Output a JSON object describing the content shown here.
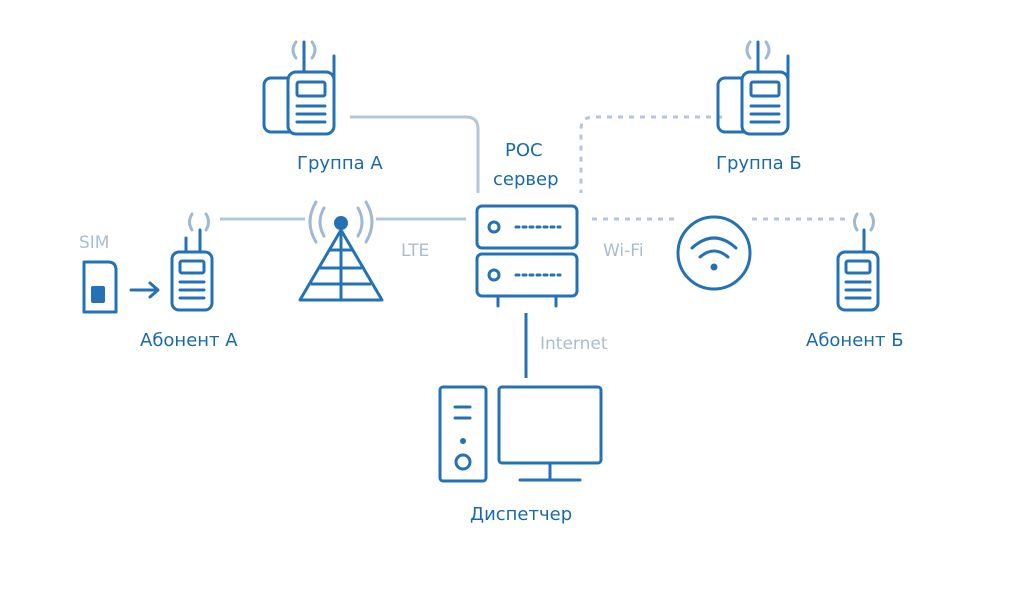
{
  "nodes": {
    "group_a": "Группа А",
    "group_b": "Группа Б",
    "server_line1": "POC",
    "server_line2": "сервер",
    "subscriber_a": "Абонент А",
    "subscriber_b": "Абонент Б",
    "dispatcher": "Диспетчер",
    "sim": "SIM"
  },
  "links": {
    "lte": "LTE",
    "wifi": "Wi-Fi",
    "internet": "Internet"
  },
  "colors": {
    "icon": "#2471b5",
    "line": "#b4c6da",
    "label": "#1a6aab",
    "link_label": "#a9bdd2"
  }
}
